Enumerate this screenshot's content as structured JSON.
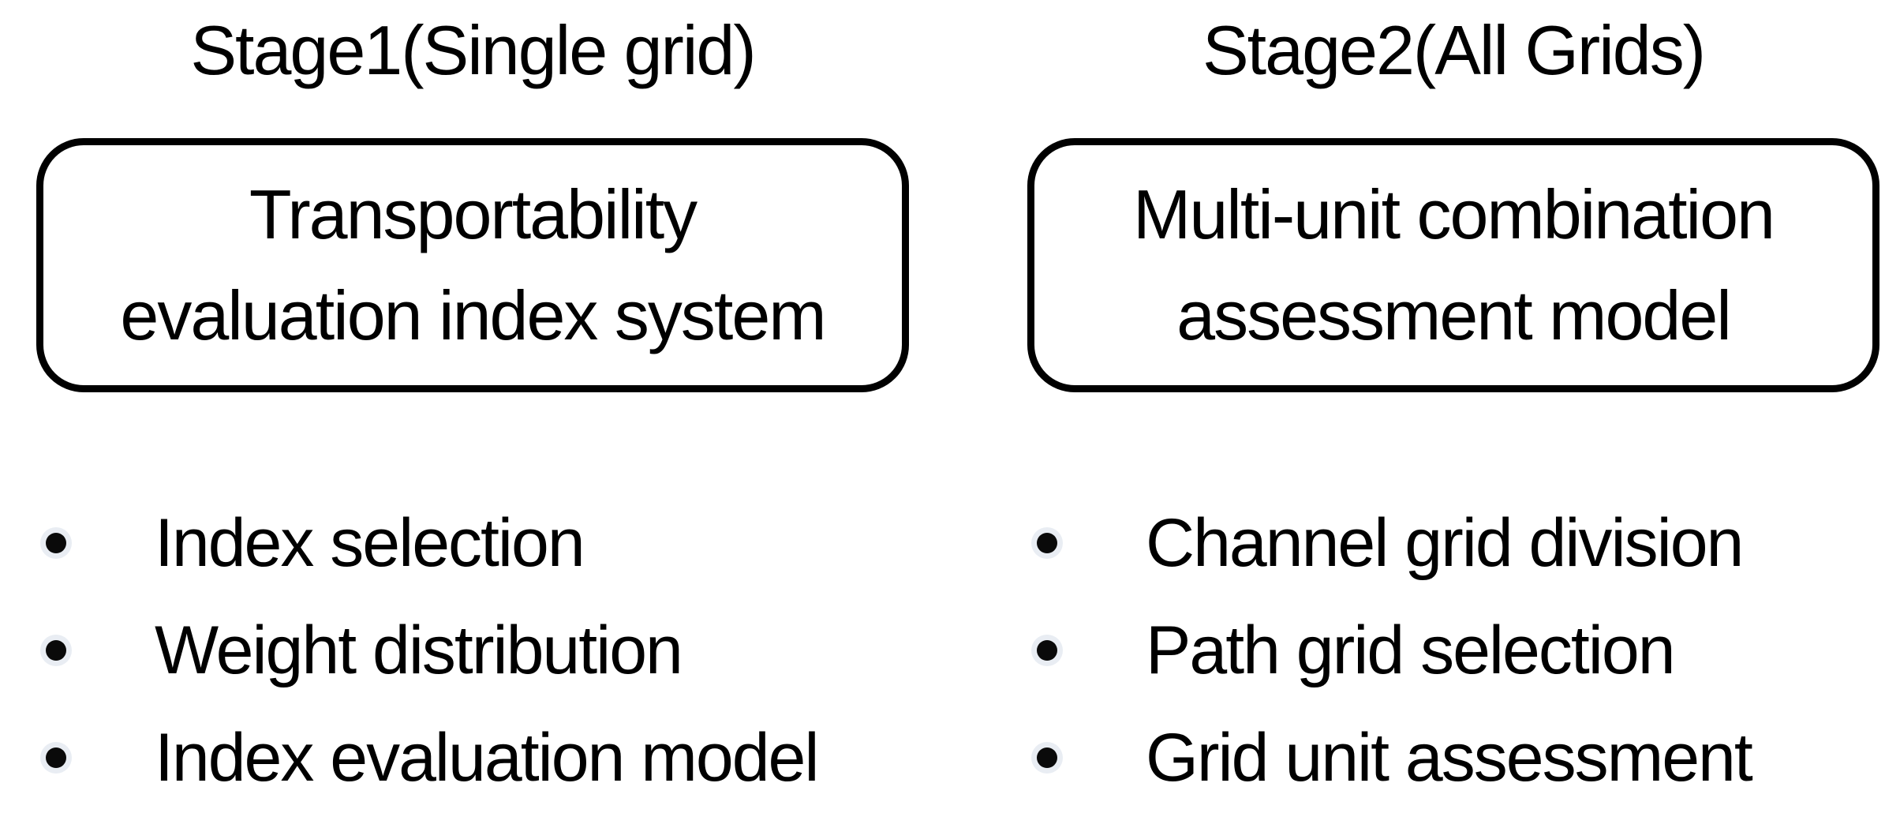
{
  "diagram": {
    "columns": [
      {
        "title": "Stage1(Single grid)",
        "box_lines": [
          "Transportability",
          "evaluation index system"
        ],
        "bullets": [
          "Index selection",
          "Weight distribution",
          "Index evaluation model"
        ]
      },
      {
        "title": "Stage2(All Grids)",
        "box_lines": [
          "Multi-unit combination",
          "assessment model"
        ],
        "bullets": [
          "Channel grid division",
          "Path grid selection",
          "Grid unit assessment"
        ]
      }
    ],
    "colors": {
      "text": "#000000",
      "box_border": "#000000",
      "background": "#ffffff",
      "bullet_dot": "#0a0a0a",
      "bullet_halo": "#e9edf3"
    }
  }
}
